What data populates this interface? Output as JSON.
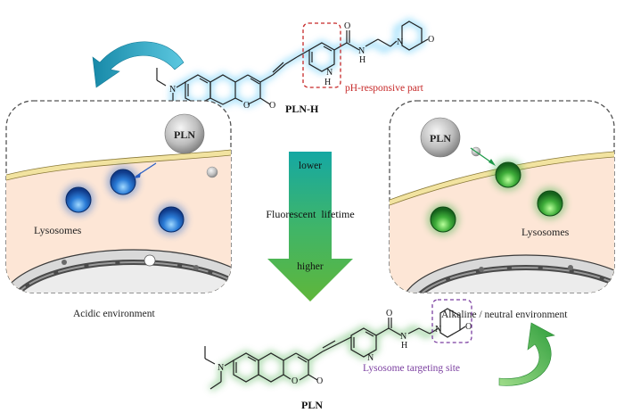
{
  "top_molecule": {
    "name": "PLN-H",
    "annotation": "pH-responsive part",
    "atoms": {
      "N": "N",
      "O": "O",
      "H": "H"
    }
  },
  "bottom_molecule": {
    "name": "PLN",
    "annotation": "Lysosome targeting site",
    "atoms": {
      "N": "N",
      "O": "O",
      "H": "H"
    }
  },
  "left_cell": {
    "probe_label": "PLN",
    "organelle_label": "Lysosomes",
    "caption": "Acidic environment"
  },
  "right_cell": {
    "probe_label": "PLN",
    "organelle_label": "Lysosomes",
    "caption": "Alkaline / neutral environment"
  },
  "lifetime_arrow": {
    "top_label": "lower",
    "middle_label": "Fluorescent  lifetime",
    "bottom_label": "higher"
  },
  "colors": {
    "top_molecule_glow": "#4fc3f7",
    "bottom_molecule_glow": "#4caf50",
    "ph_box": "#c62828",
    "lysosome_box": "#7b3fa0",
    "blue_lysosome": "#1e5bb8",
    "green_lysosome": "#1f8a2e",
    "cytoplasm": "#fde6d6",
    "membrane": "#f2e3a0"
  }
}
